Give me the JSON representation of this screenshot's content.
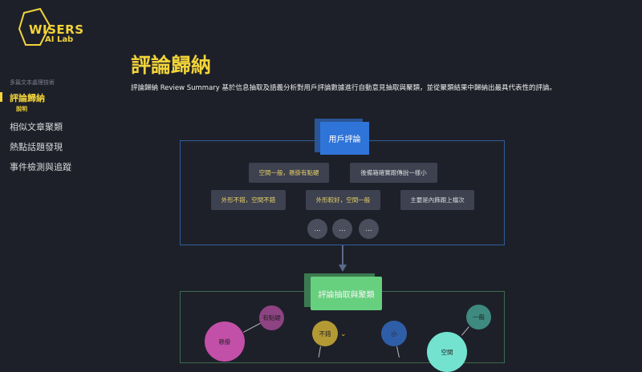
{
  "logo": {
    "line1": "WISERS",
    "line2": "AI Lab"
  },
  "sidebar": {
    "section": "多篇文本處理技術",
    "items": [
      {
        "label": "評論歸納",
        "active": true
      },
      {
        "label": "相似文章聚類"
      },
      {
        "label": "熱點話題發現"
      },
      {
        "label": "事件檢測與追蹤"
      }
    ],
    "sub_item": "說明"
  },
  "main": {
    "title": "評論歸納",
    "description": "評論歸納 Review Summary 基於信息抽取及語義分析對用戶評論數據進行自動意見抽取與聚類，並從聚類結果中歸納出最具代表性的評論。"
  },
  "diagram": {
    "user_node": "用戶評論",
    "reviews": [
      "空間一般，懸掛有點硬",
      "後備箱確實跟傳說一樣小",
      "外形不錯，空間不錯",
      "外形較好，空間一般",
      "主要是內飾跟上檔次"
    ],
    "more": [
      "...",
      "...",
      "..."
    ],
    "extract_node": "評論抽取與聚類",
    "clusters": [
      {
        "label": "懸掛",
        "color": "#c24fa8"
      },
      {
        "label": "有點硬",
        "color": "#8e4383"
      },
      {
        "label": "不錯",
        "color": "#b49a35"
      },
      {
        "label": "小",
        "color": "#2f5ea8"
      },
      {
        "label": "一般",
        "color": "#3e8a80"
      },
      {
        "label": "空間",
        "color": "#73e3d0"
      }
    ]
  }
}
